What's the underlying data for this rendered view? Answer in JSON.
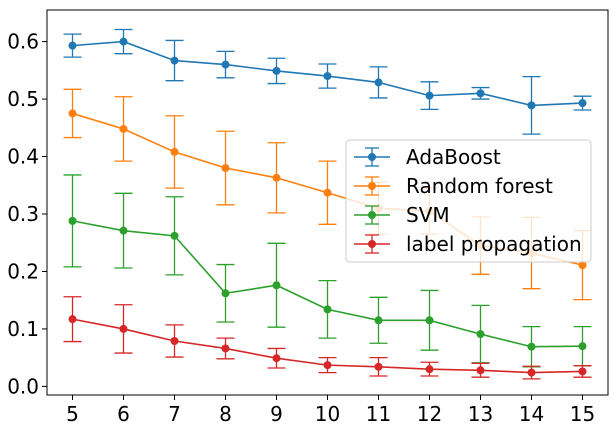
{
  "chart_data": {
    "type": "line",
    "title": "",
    "xlabel": "",
    "ylabel": "",
    "x": [
      5,
      6,
      7,
      8,
      9,
      10,
      11,
      12,
      13,
      14,
      15
    ],
    "xlim": [
      4.5,
      15.5
    ],
    "ylim": [
      -0.015,
      0.655
    ],
    "xticks": [
      5,
      6,
      7,
      8,
      9,
      10,
      11,
      12,
      13,
      14,
      15
    ],
    "yticks": [
      0.0,
      0.1,
      0.2,
      0.3,
      0.4,
      0.5,
      0.6
    ],
    "ytick_labels": [
      "0.0",
      "0.1",
      "0.2",
      "0.3",
      "0.4",
      "0.5",
      "0.6"
    ],
    "grid": false,
    "legend_position": "center-right",
    "series": [
      {
        "name": "AdaBoost",
        "color": "#1f77b4",
        "values": [
          0.593,
          0.6,
          0.567,
          0.56,
          0.549,
          0.54,
          0.529,
          0.506,
          0.51,
          0.489,
          0.493
        ],
        "error": [
          0.02,
          0.021,
          0.035,
          0.023,
          0.022,
          0.021,
          0.027,
          0.024,
          0.01,
          0.05,
          0.012
        ]
      },
      {
        "name": "Random forest",
        "color": "#ff7f0e",
        "values": [
          0.475,
          0.448,
          0.408,
          0.38,
          0.363,
          0.337,
          0.31,
          0.305,
          0.245,
          0.232,
          0.211
        ],
        "error": [
          0.042,
          0.056,
          0.063,
          0.064,
          0.061,
          0.055,
          0.045,
          0.04,
          0.05,
          0.062,
          0.06
        ]
      },
      {
        "name": "SVM",
        "color": "#2ca02c",
        "values": [
          0.288,
          0.271,
          0.262,
          0.162,
          0.176,
          0.134,
          0.115,
          0.115,
          0.091,
          0.069,
          0.07
        ],
        "error": [
          0.08,
          0.065,
          0.068,
          0.05,
          0.073,
          0.05,
          0.04,
          0.052,
          0.05,
          0.035,
          0.034
        ]
      },
      {
        "name": "label propagation",
        "color": "#d62728",
        "values": [
          0.117,
          0.1,
          0.079,
          0.066,
          0.049,
          0.037,
          0.034,
          0.03,
          0.028,
          0.024,
          0.026
        ],
        "error": [
          0.039,
          0.042,
          0.028,
          0.018,
          0.017,
          0.013,
          0.016,
          0.012,
          0.012,
          0.011,
          0.01
        ]
      }
    ]
  }
}
